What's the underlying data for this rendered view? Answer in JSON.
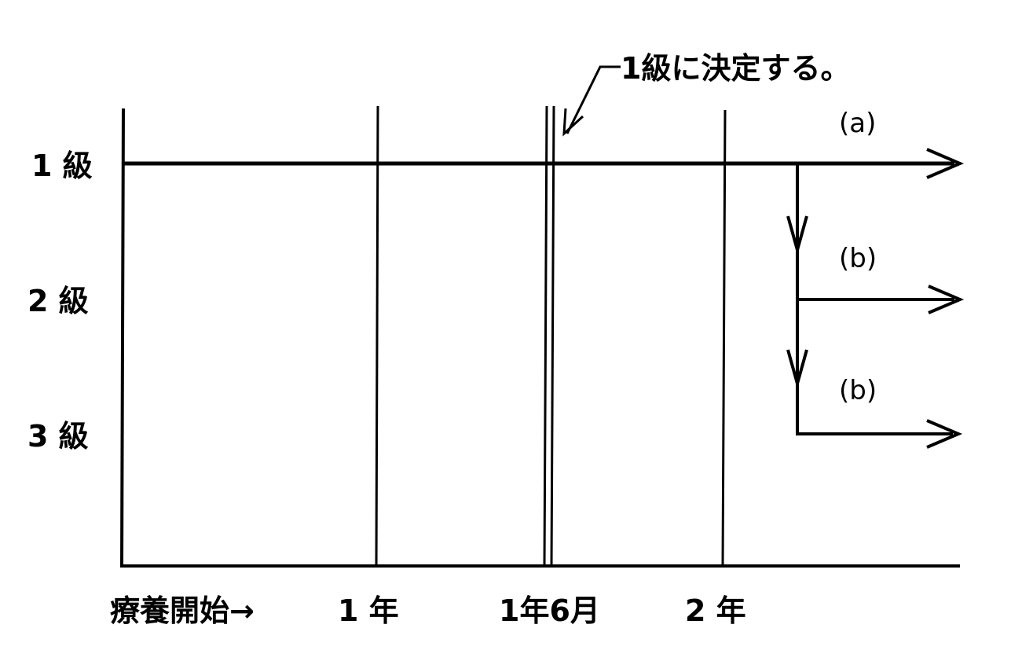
{
  "grades": [
    "1 級",
    "2 級",
    "3 級"
  ],
  "annotation": "1級に決定する。",
  "branch_labels": [
    "(a)",
    "(b)",
    "(b)"
  ],
  "timeline": {
    "start": "療養開始→",
    "ticks": [
      "1 年",
      "1年6月",
      "2 年"
    ]
  }
}
